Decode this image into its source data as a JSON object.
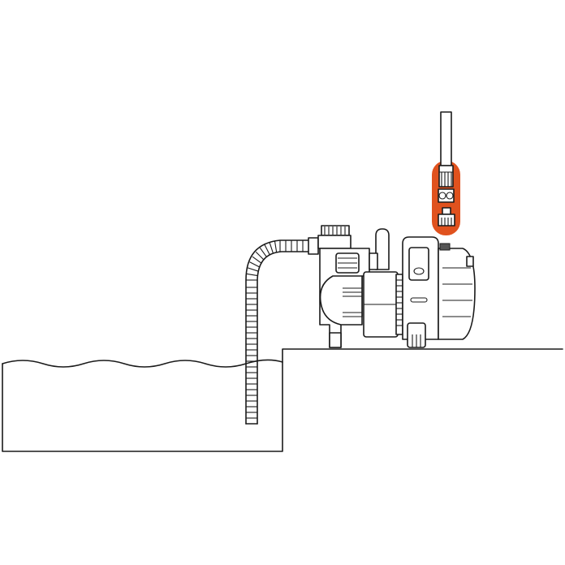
{
  "colors": {
    "line": "#1a1a1a",
    "highlight": "#e0521e",
    "background": "#ffffff"
  },
  "icons": [
    "water-tank",
    "suction-hose",
    "garden-pump",
    "hose-connector-highlight"
  ]
}
